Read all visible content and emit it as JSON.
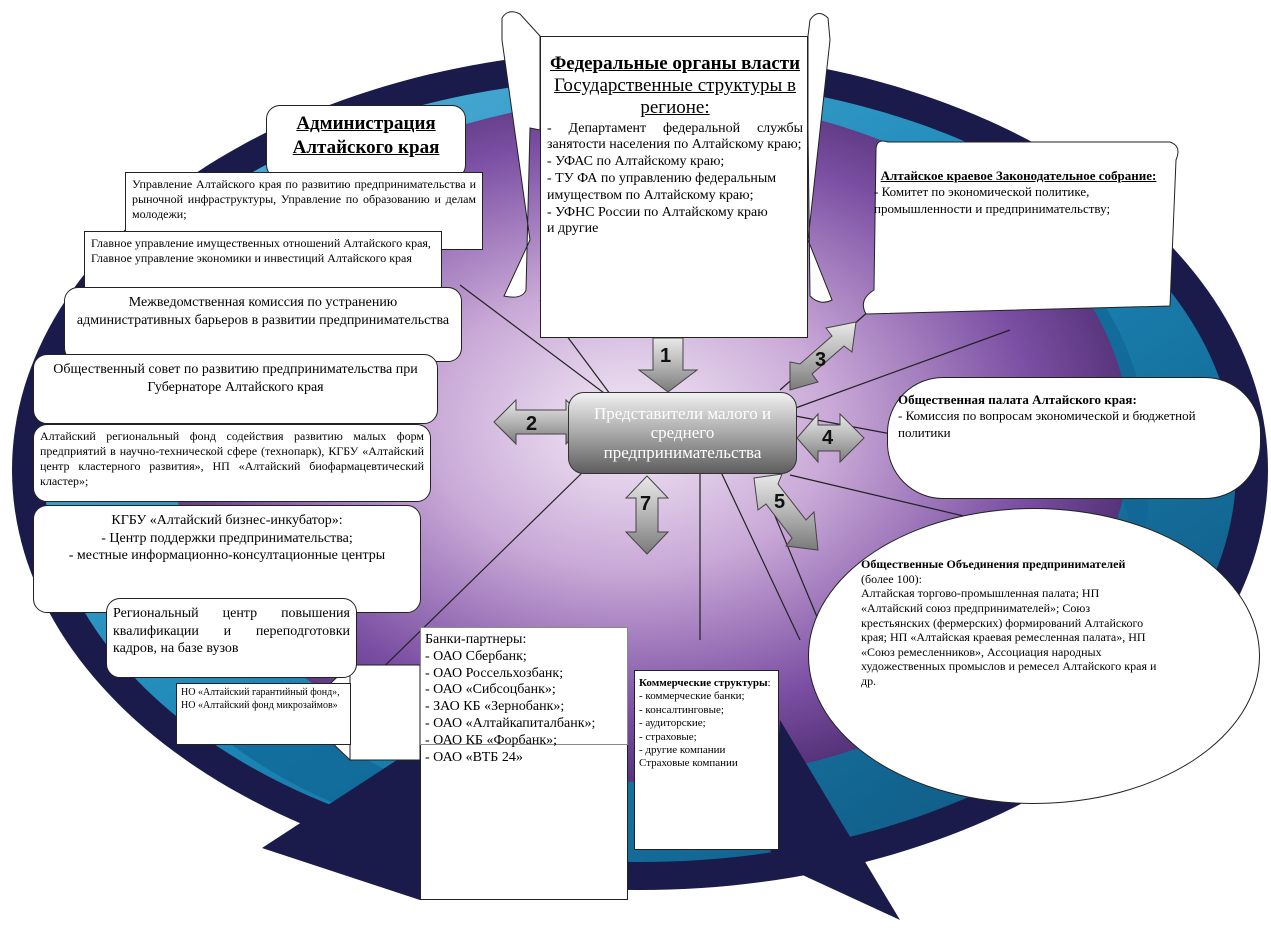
{
  "federal": {
    "title": "Федеральные органы власти",
    "subtitle": "Государственные структуры в регионе:",
    "items": [
      "- Департамент федеральной службы занятости населения по Алтайскому краю;",
      "- УФАС по Алтайскому краю;",
      "- ТУ ФА по управлению федеральным имуществом по Алтайскому краю;",
      "- УФНС России по Алтайскому краю",
      "и другие"
    ]
  },
  "administration": {
    "title": "Администрация Алтайского края",
    "items": [
      "Управление Алтайского края по развитию предпринимательства и рыночной инфраструктуры, Управление по образованию и делам молодежи;",
      "Главное управление имущественных отношений Алтайского края, Главное управление экономики и инвестиций Алтайского края",
      "Межведомственная комиссия по устранению административных барьеров в развитии предпринимательства",
      "Общественный совет по развитию предпринимательства при Губернаторе Алтайского края",
      "Алтайский региональный фонд содействия развитию малых форм предприятий в научно-технической сфере (технопарк), КГБУ «Алтайский центр кластерного развития», НП «Алтайский биофармацевтический кластер»;",
      "Региональный центр повышения квалификации и переподготовки кадров, на базе вузов"
    ],
    "incubator": {
      "title": "КГБУ «Алтайский бизнес-инкубатор»:",
      "lines": [
        "- Центр поддержки предпринимательства;",
        "- местные информационно-консултационные центры"
      ]
    }
  },
  "guarantee": {
    "lines": [
      "НО «Алтайский гарантийный фонд»,",
      "НО «Алтайский фонд микрозаймов»"
    ]
  },
  "banks": {
    "title": "Банки-партнеры:",
    "items": [
      "- ОАО Сбербанк;",
      "- ОАО Россельхозбанк;",
      "- ОАО «Сибсоцбанк»;",
      "- ЗАО КБ «Зернобанк»;",
      "- ОАО «Алтайкапиталбанк»;",
      "- ОАО КБ «Форбанк»;",
      "- ОАО «ВТБ 24»"
    ]
  },
  "commerce": {
    "title": "Коммерческие структуры",
    "title_suffix": ":",
    "items": [
      "- коммерческие банки;",
      "- консалтинговые;",
      "- аудиторские;",
      "- страховые;",
      "- другие компании",
      "Страховые компании"
    ]
  },
  "legislature": {
    "title": "Алтайское краевое Законодательное собрание:",
    "items": [
      "- Комитет по экономической политике, промышленности и предпринимательству;"
    ]
  },
  "chamber": {
    "title": "Общественная палата Алтайского края:",
    "items": [
      "- Комиссия по вопросам экономической и бюджетной политики"
    ]
  },
  "associations": {
    "title": "Общественные Объединения предпринимателей",
    "count": " (более 100):",
    "text": "Алтайская торгово-промышленная палата; НП «Алтайский союз предпринимателей»; Союз крестьянских (фермерских) формирований Алтайского края; НП «Алтайская краевая ремесленная палата», НП «Союз ремесленников», Ассоциация народных художественных промыслов и ремесел Алтайского края и др."
  },
  "centre": {
    "label": "Представители малого и среднего предпринимательства"
  },
  "arrows": {
    "numbers": [
      "1",
      "2",
      "3",
      "4",
      "5",
      "7"
    ]
  },
  "colors": {
    "navy": "#1a1b4b",
    "teal": "#1b86b6",
    "purple": "#6a3c92",
    "lilac": "#e7d6ee",
    "gray_arrow": "#a7a7a7"
  }
}
